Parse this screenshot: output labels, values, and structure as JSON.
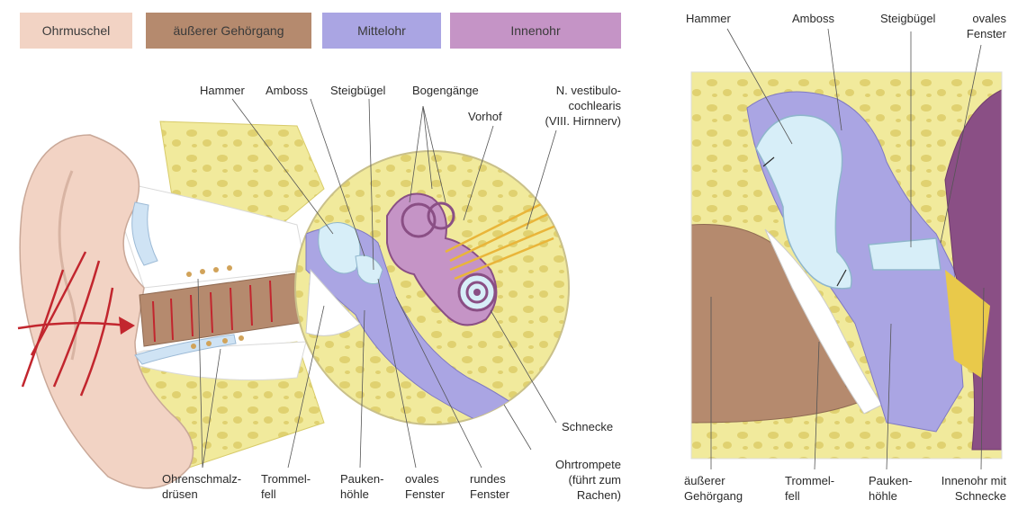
{
  "legend": [
    {
      "label": "Ohrmuschel",
      "color": "#f2d3c4"
    },
    {
      "label": "äußerer Gehörgang",
      "color": "#b58a6e"
    },
    {
      "label": "Mittelohr",
      "color": "#aaa5e3"
    },
    {
      "label": "Innenohr",
      "color": "#c594c6"
    }
  ],
  "left_labels": {
    "hammer": "Hammer",
    "amboss": "Amboss",
    "steigbuegel": "Steigbügel",
    "bogengaenge": "Bogengänge",
    "vorhof": "Vorhof",
    "nerv": [
      "N. vestibulo-",
      "cochlearis",
      "(VIII. Hirnnerv)"
    ],
    "schnecke": "Schnecke",
    "ohrtrompete": [
      "Ohrtrompete",
      "(führt zum",
      "Rachen)"
    ],
    "ohrenschmalz": [
      "Ohrenschmalz-",
      "drüsen"
    ],
    "trommelfell": [
      "Trommel-",
      "fell"
    ],
    "paukenhoehle": [
      "Pauken-",
      "höhle"
    ],
    "ovales_fenster": [
      "ovales",
      "Fenster"
    ],
    "rundes_fenster": [
      "rundes",
      "Fenster"
    ]
  },
  "right_labels": {
    "hammer": "Hammer",
    "amboss": "Amboss",
    "steigbuegel": "Steigbügel",
    "ovales_fenster": [
      "ovales",
      "Fenster"
    ],
    "gehoergang": [
      "äußerer",
      "Gehörgang"
    ],
    "trommelfell": [
      "Trommel-",
      "fell"
    ],
    "paukenhoehle": [
      "Pauken-",
      "höhle"
    ],
    "innenohr": [
      "Innenohr mit",
      "Schnecke"
    ]
  },
  "colors": {
    "bone": "#f1ea9c",
    "bone_hole": "#e3d77a",
    "ear": "#f2d3c4",
    "canal": "#b58a6e",
    "middle": "#aaa5e3",
    "inner": "#8a4f85",
    "ossicle": "#d7eef8",
    "arrow": "#c2262e",
    "nerve": "#e9b53a"
  }
}
